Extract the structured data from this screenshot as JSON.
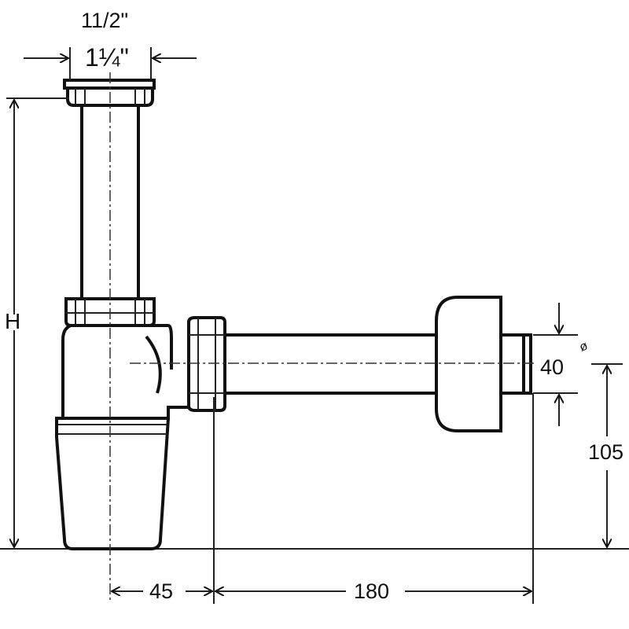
{
  "labels": {
    "inlet_size_inch_a": "11/2\"",
    "inlet_size_inch_b": "1¼\"",
    "height": "H",
    "outlet_diameter": "40",
    "diameter_symbol": "ø",
    "outlet_height": "105",
    "offset_trap": "45",
    "outlet_length": "180"
  }
}
